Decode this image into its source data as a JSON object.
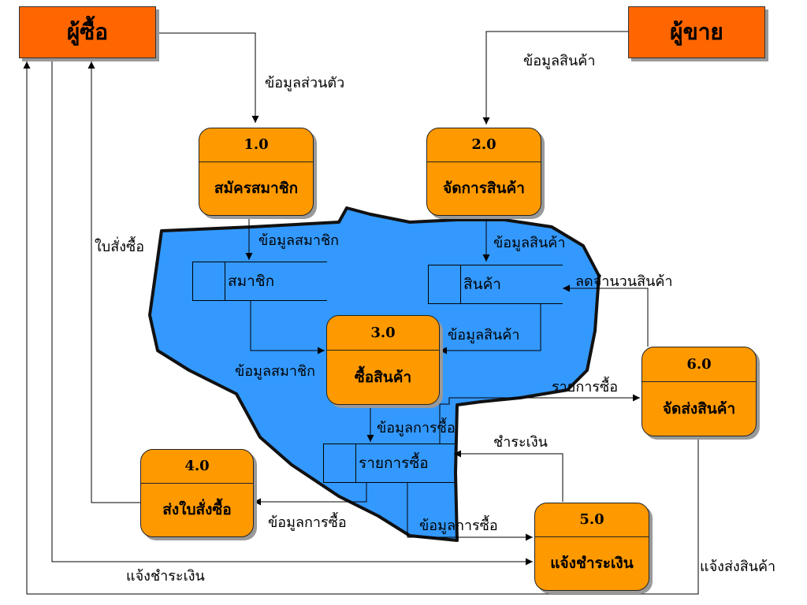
{
  "external_entities": {
    "buyer": "ผู้ซื้อ",
    "seller": "ผู้ขาย"
  },
  "processes": [
    {
      "id": "1.0",
      "name": "สมัครสมาชิก"
    },
    {
      "id": "2.0",
      "name": "จัดการสินค้า"
    },
    {
      "id": "3.0",
      "name": "ซื้อสินค้า"
    },
    {
      "id": "4.0",
      "name": "ส่งใบสั่งซื้อ"
    },
    {
      "id": "5.0",
      "name": "แจ้งชำระเงิน"
    },
    {
      "id": "6.0",
      "name": "จัดส่งสินค้า"
    }
  ],
  "data_stores": [
    {
      "name": "สมาชิก"
    },
    {
      "name": "สินค้า"
    },
    {
      "name": "รายการซื้อ"
    }
  ],
  "flows": {
    "personal_info": "ข้อมูลส่วนตัว",
    "product_info_seller": "ข้อมูลสินค้า",
    "member_info_store": "ข้อมูลสมาชิก",
    "product_info_store": "ข้อมูลสินค้า",
    "order_form": "ใบสั่งซื้อ",
    "reduce_stock": "ลดจำนวนสินค้า",
    "product_info_purchase": "ข้อมูลสินค้า",
    "member_info_purchase": "ข้อมูลสมาชิก",
    "order_list_delivery": "รายการซื้อ",
    "purchase_info_store": "ข้อมูลการซื้อ",
    "payment": "ชำระเงิน",
    "purchase_info_order": "ข้อมูลการซื้อ",
    "purchase_info_payment": "ข้อมูลการซื้อ",
    "payment_notice": "แจ้งชำระเงิน",
    "delivery_notice": "แจ้งส่งสินค้า"
  },
  "colors": {
    "entity": "#ff6600",
    "process": "#ff9900",
    "highlight_region": "#3399ff"
  }
}
